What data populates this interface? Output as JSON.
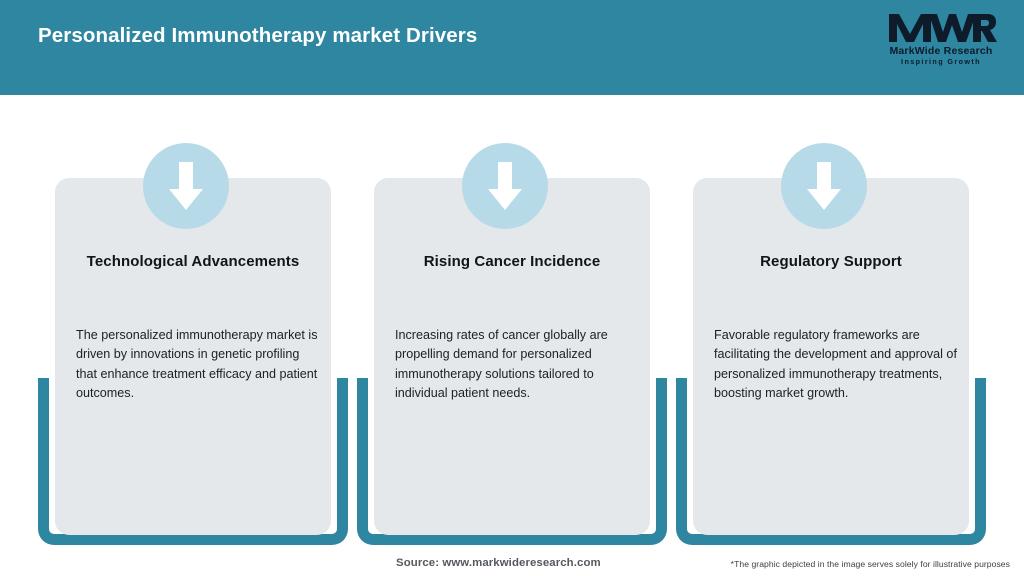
{
  "header": {
    "title": "Personalized Immunotherapy market Drivers",
    "background_color": "#2e86a0",
    "logo": {
      "mark": "MWR",
      "name": "MarkWide Research",
      "tagline": "Inspiring Growth"
    }
  },
  "cards": [
    {
      "icon": "arrow-down-icon",
      "title": "Technological Advancements",
      "body": "The personalized immunotherapy market is driven by innovations in genetic profiling that enhance treatment efficacy and patient outcomes."
    },
    {
      "icon": "arrow-down-icon",
      "title": "Rising Cancer Incidence",
      "body": "Increasing rates of cancer globally are propelling demand for personalized immunotherapy solutions tailored to individual patient needs."
    },
    {
      "icon": "arrow-down-icon",
      "title": "Regulatory Support",
      "body": "Favorable regulatory frameworks are facilitating the development and approval of personalized immunotherapy treatments, boosting market growth."
    }
  ],
  "footer": {
    "source": "Source: www.markwideresearch.com",
    "disclaimer": "*The graphic depicted in the image serves solely for illustrative purposes"
  },
  "colors": {
    "accent_teal": "#2e86a0",
    "card_grey": "#e4e8ea",
    "icon_blue": "#b7dae8",
    "title_white": "#ffffff"
  }
}
